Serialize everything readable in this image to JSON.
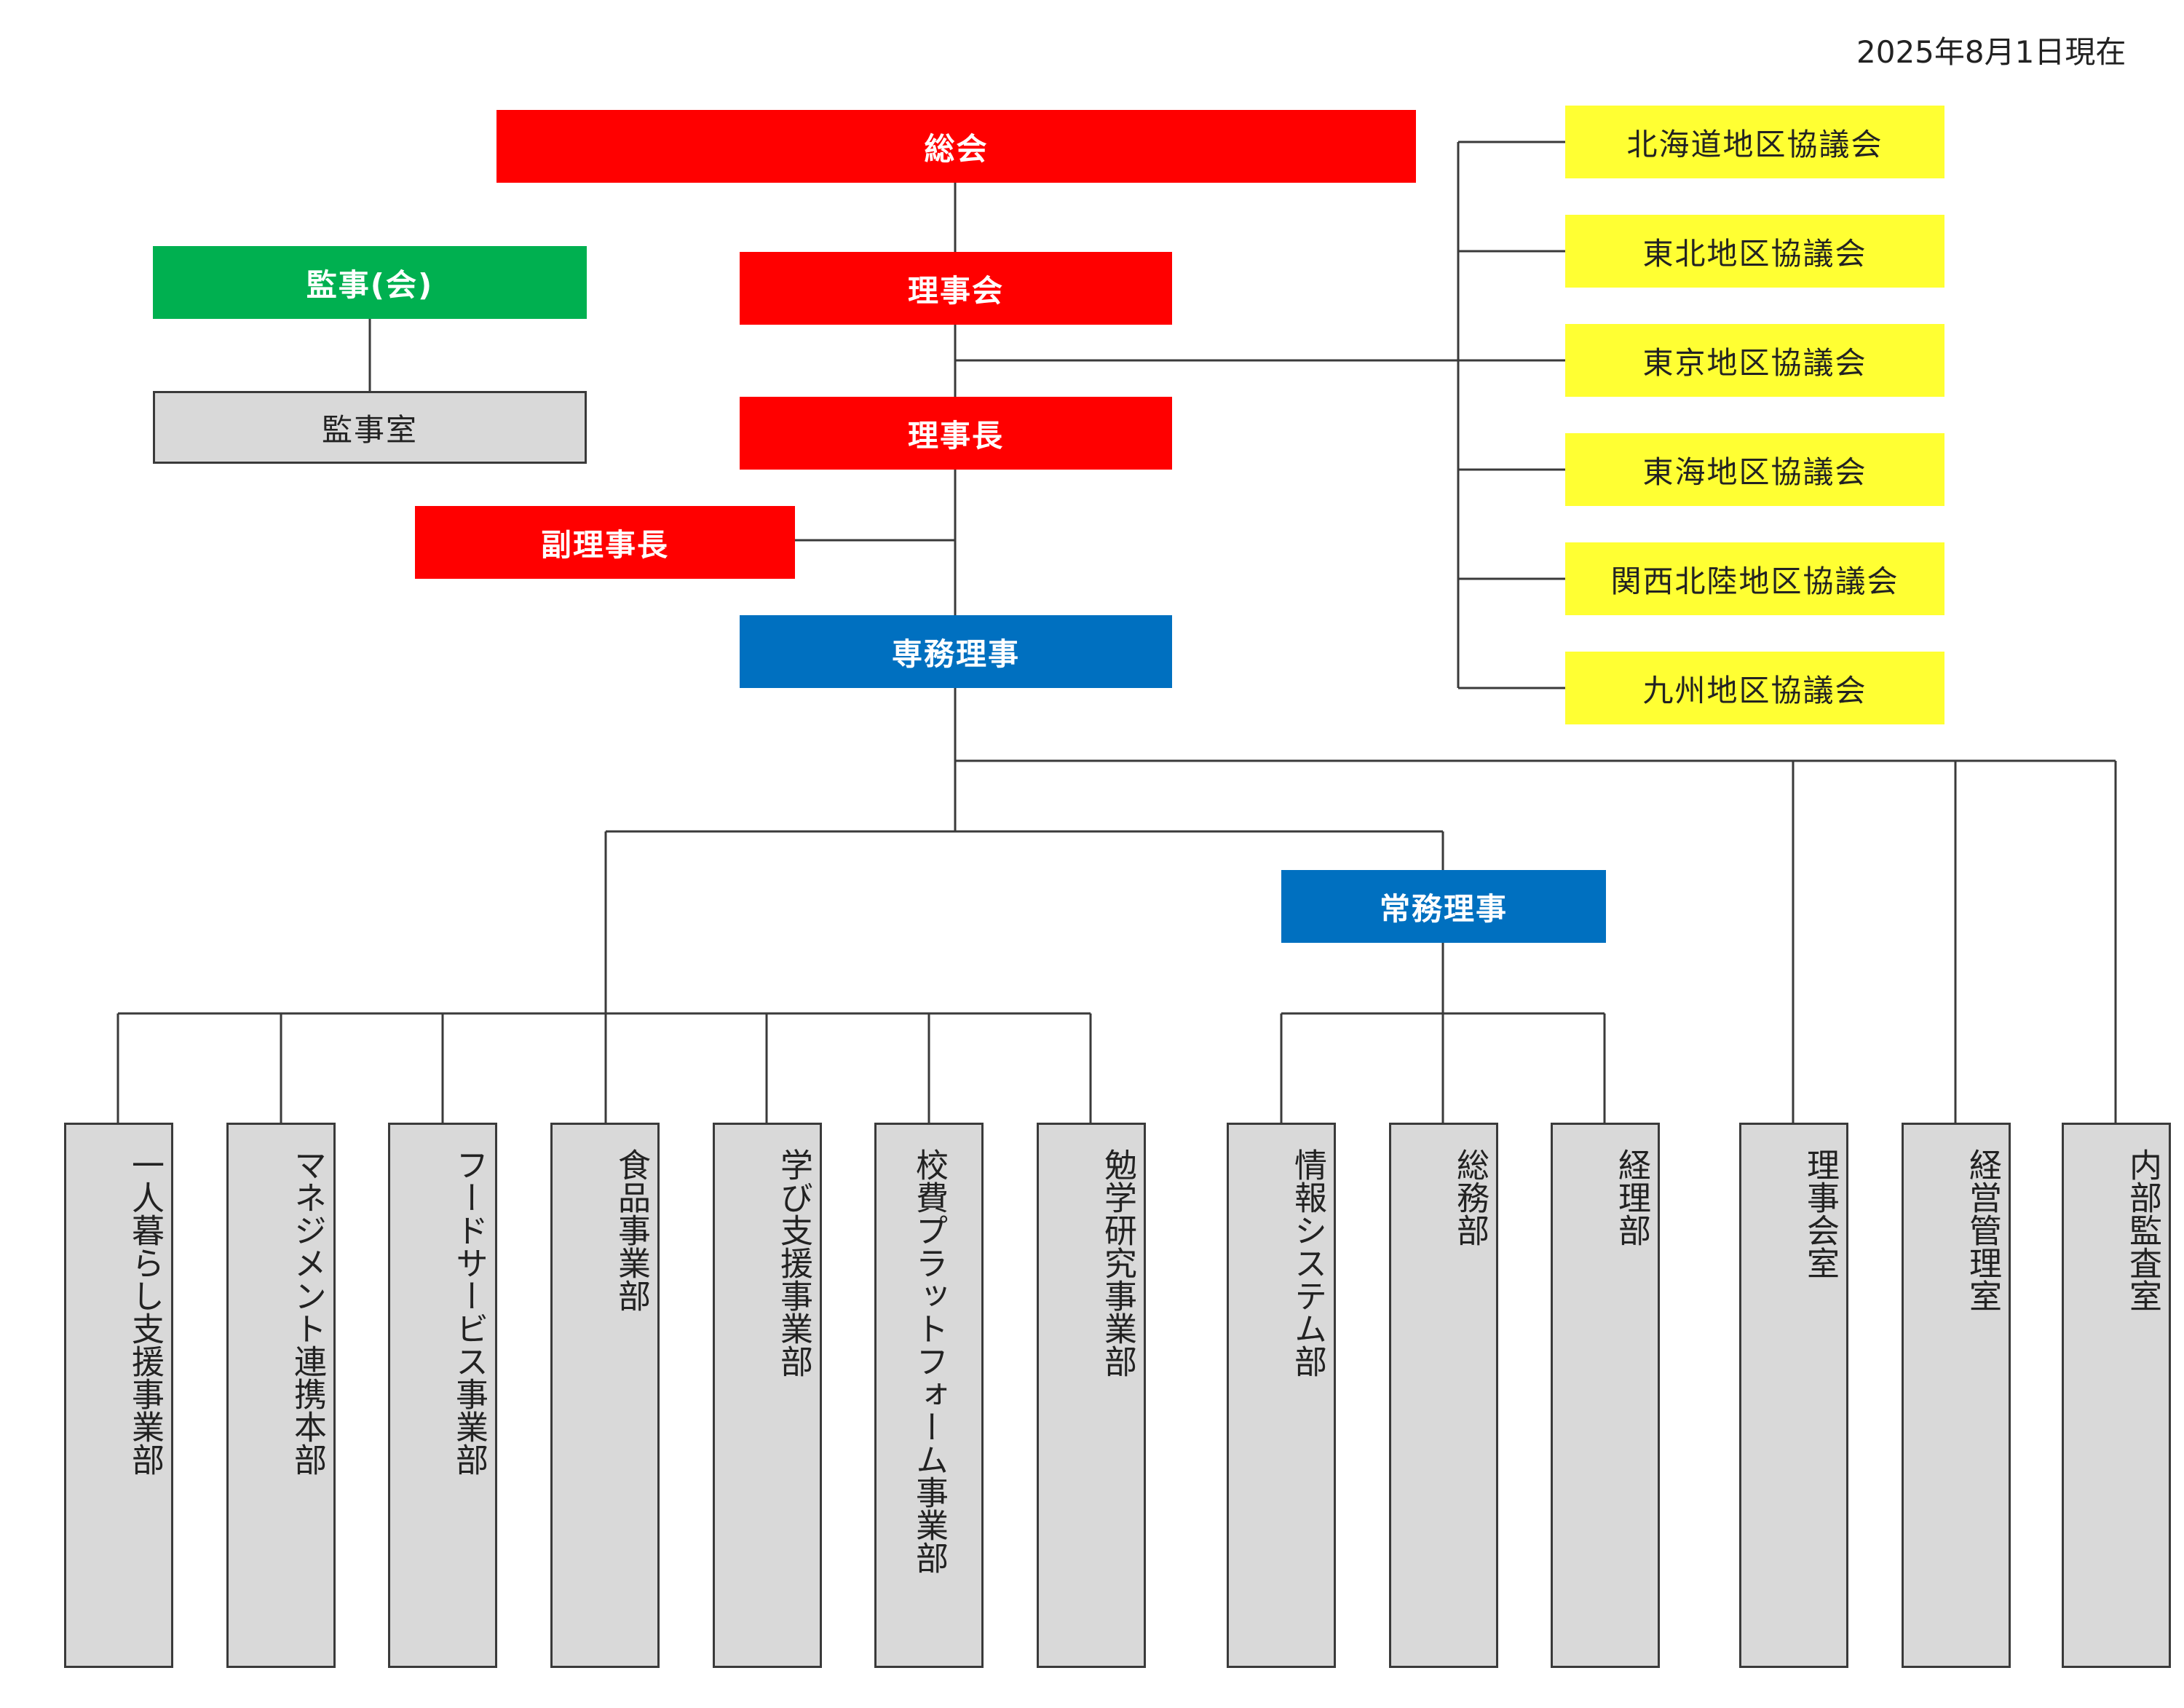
{
  "date": "2025年8月1日現在",
  "top": {
    "general_assembly": "総会",
    "board": "理事会",
    "chairman": "理事長",
    "vice_chairman": "副理事長",
    "executive_director": "専務理事",
    "managing_director": "常務理事",
    "auditor": "監事(会)",
    "audit_office": "監事室"
  },
  "councils": [
    "北海道地区協議会",
    "東北地区協議会",
    "東京地区協議会",
    "東海地区協議会",
    "関西北陸地区協議会",
    "九州地区協議会"
  ],
  "departments": [
    "一人暮らし支援事業部",
    "マネジメント連携本部",
    "フードサービス事業部",
    "食品事業部",
    "学び支援事業部",
    "校費プラットフォーム事業部",
    "勉学研究事業部",
    "情報システム部",
    "総務部",
    "経理部",
    "理事会室",
    "経営管理室",
    "内部監査室"
  ],
  "colors": {
    "top_red": "#ff0000",
    "auditor_green": "#00b050",
    "director_blue": "#0070c0",
    "council_yellow": "#ffff33",
    "dept_gray": "#d9d9d9"
  }
}
